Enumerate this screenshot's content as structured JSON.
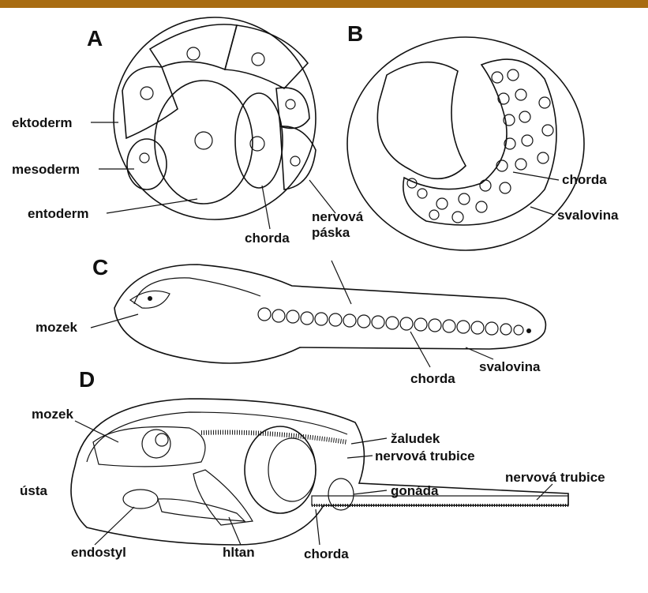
{
  "colors": {
    "top_bar": "#a86c12",
    "ink": "#111111",
    "background": "#ffffff"
  },
  "panels": {
    "A": {
      "letter": "A",
      "labels": {
        "ektoderm": "ektoderm",
        "mesoderm": "mesoderm",
        "entoderm": "entoderm",
        "chorda": "chorda",
        "nervova": "nervová",
        "paska": "páska"
      }
    },
    "B": {
      "letter": "B",
      "labels": {
        "chorda": "chorda",
        "svalovina": "svalovina"
      }
    },
    "C": {
      "letter": "C",
      "labels": {
        "mozek": "mozek",
        "chorda": "chorda",
        "svalovina": "svalovina"
      }
    },
    "D": {
      "letter": "D",
      "labels": {
        "mozek": "mozek",
        "zaludek": "žaludek",
        "nervova_trubice_1": "nervová trubice",
        "usta": "ústa",
        "gonada": "gonáda",
        "nervova_trubice_2": "nervová trubice",
        "endostyl": "endostyl",
        "hltan": "hltan",
        "chorda": "chorda"
      }
    }
  }
}
